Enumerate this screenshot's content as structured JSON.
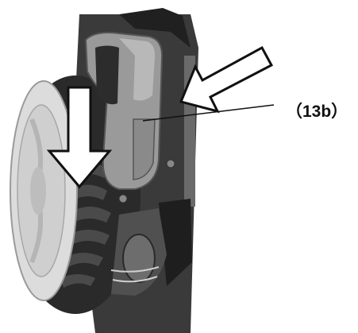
{
  "figure": {
    "callout_label": "（13b）",
    "subject": "lawn-mower-rear-wheel-height-adjustment-lever",
    "arrows": [
      {
        "name": "push-down-arrow",
        "direction": "down"
      },
      {
        "name": "push-inward-arrow",
        "direction": "down-left"
      }
    ],
    "colors": {
      "ink": "#111111",
      "wheel_rim": "#dcdcdc",
      "tire": "#2a2a2a",
      "lever": "#9a9a9a",
      "chassis": "#3a3a3a",
      "background": "#ffffff"
    }
  }
}
